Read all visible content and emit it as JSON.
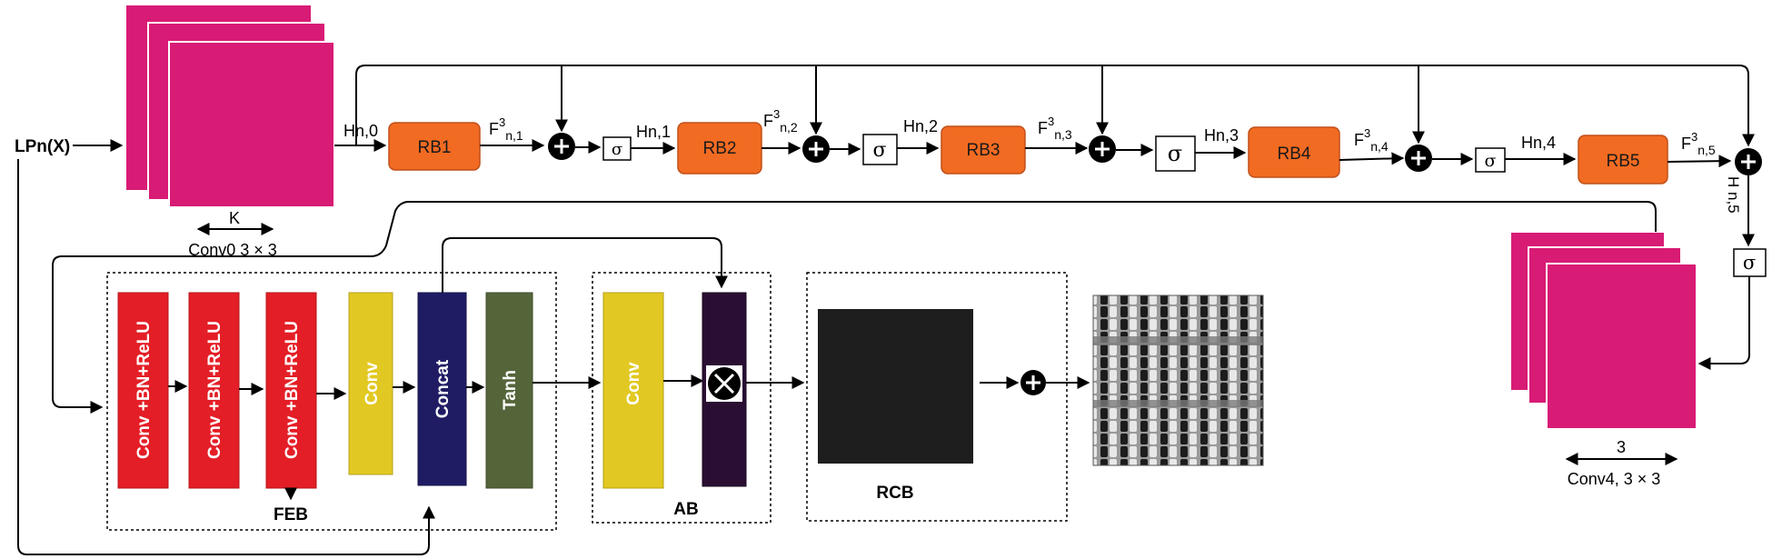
{
  "input_label": "LPn(X)",
  "conv0": {
    "caption": "Conv0 3 × 3",
    "k_label": "K"
  },
  "conv4": {
    "caption": "Conv4, 3 × 3",
    "k_label": "3"
  },
  "blocks": [
    "RB1",
    "RB2",
    "RB3",
    "RB4",
    "RB5"
  ],
  "h_labels": [
    "Hn,0",
    "Hn,1",
    "Hn,2",
    "Hn,3",
    "Hn,4"
  ],
  "f_labels": [
    {
      "base": "F",
      "sup": "3",
      "sub": "n,1"
    },
    {
      "base": "F",
      "sup": "3",
      "sub": "n,2"
    },
    {
      "base": "F",
      "sup": "3",
      "sub": "n,3"
    },
    {
      "base": "F",
      "sup": "3",
      "sub": "n,4"
    },
    {
      "base": "F",
      "sup": "3",
      "sub": "n,5"
    }
  ],
  "h_last": "H n,5",
  "sigma": "σ",
  "feb": {
    "title": "FEB",
    "layers": [
      "Conv +BN+ReLU",
      "Conv +BN+ReLU",
      "Conv +BN+ReLU",
      "Conv",
      "Concat",
      "Tanh"
    ]
  },
  "ab": {
    "title": "AB",
    "layer": "Conv"
  },
  "rcb": {
    "title": "RCB"
  },
  "colors": {
    "magenta": "#d81b75",
    "orange": "#f26b22",
    "red": "#e41e26",
    "yellow": "#e2c822",
    "navy": "#1f1c64",
    "olive": "#55653a",
    "dark_purple": "#2b0f33",
    "rcb_dark": "#1e1e1e"
  }
}
